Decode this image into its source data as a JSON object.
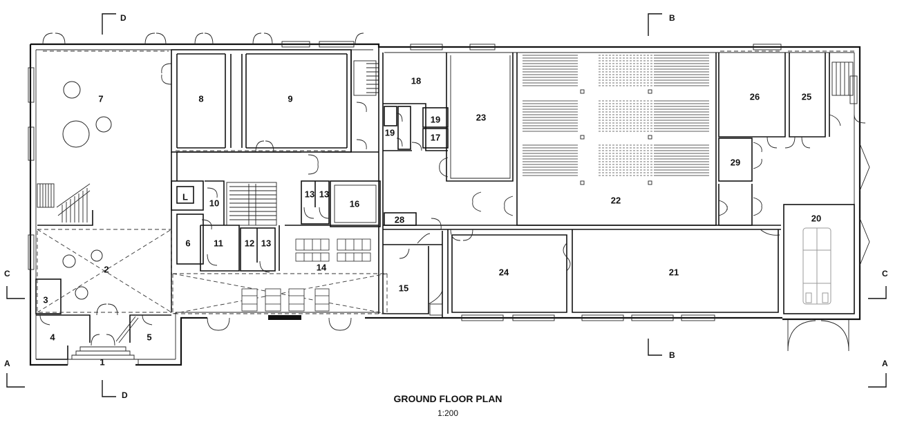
{
  "title": "GROUND FLOOR PLAN",
  "scale": "1:200",
  "rooms": {
    "r1": "1",
    "r2": "2",
    "r3": "3",
    "r4": "4",
    "r5": "5",
    "r6": "6",
    "r7": "7",
    "r8": "8",
    "r9": "9",
    "r10": "10",
    "r11": "11",
    "r12": "12",
    "r13a": "13",
    "r13b": "13",
    "r13c": "13",
    "r14": "14",
    "r15": "15",
    "r16": "16",
    "r17": "17",
    "r18": "18",
    "r19a": "19",
    "r19b": "19",
    "r20": "20",
    "r21": "21",
    "r22": "22",
    "r23": "23",
    "r24": "24",
    "r25": "25",
    "r26": "26",
    "r28": "28",
    "r29": "29",
    "lift": "L"
  },
  "sections": {
    "a": "A",
    "b": "B",
    "c": "C",
    "d": "D"
  }
}
